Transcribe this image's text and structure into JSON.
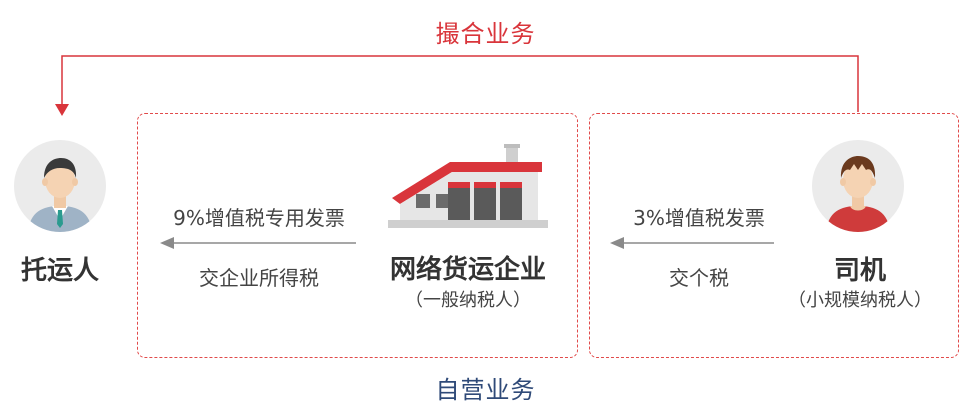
{
  "top_flow": {
    "label": "撮合业务"
  },
  "bottom_flow": {
    "label": "自营业务"
  },
  "nodes": {
    "shipper": {
      "name": "托运人"
    },
    "platform": {
      "name": "网络货运企业",
      "sub": "（一般纳税人）"
    },
    "driver": {
      "name": "司机",
      "sub": "（小规模纳税人）"
    }
  },
  "edges": {
    "platform_to_shipper": {
      "top": "9%增值税专用发票",
      "bottom": "交企业所得税"
    },
    "driver_to_platform": {
      "top": "3%增值税发票",
      "bottom": "交个税"
    }
  },
  "colors": {
    "accent_red": "#d9353b",
    "dashed_border": "#e14a4a",
    "arrow_gray": "#8a8a8a",
    "bottom_title": "#2f4a78"
  }
}
